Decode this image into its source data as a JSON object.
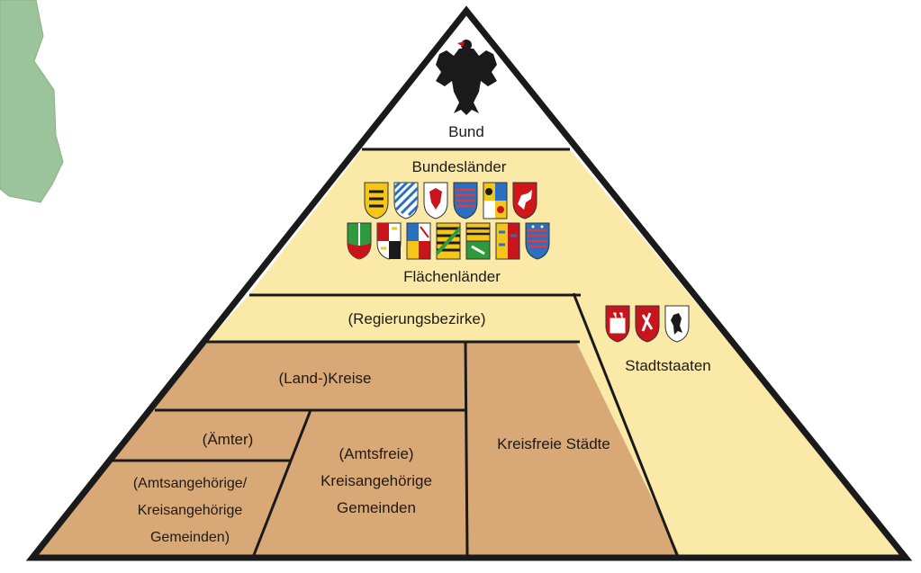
{
  "diagram": {
    "levels": {
      "bund": "Bund",
      "bundeslaender": "Bundesländer",
      "flaechenlaender": "Flächenländer",
      "regierungsbezirke": "(Regierungsbezirke)",
      "stadtstaaten": "Stadtstaaten",
      "landkreise": "(Land-)Kreise",
      "aemter": "(Ämter)",
      "amtsfreie": [
        "(Amtsfreie)",
        "Kreisangehörige",
        "Gemeinden"
      ],
      "amtsangehoerige": [
        "(Amtsangehörige/",
        "Kreisangehörige",
        "Gemeinden)"
      ],
      "kreisfreie_staedte": "Kreisfreie Städte"
    },
    "colors": {
      "bund_fill": "#ffffff",
      "laender_fill": "#fbe9a8",
      "kommunal_fill": "#d9a877",
      "outline": "#1a1a1a",
      "map_fill": "#9cc49a"
    },
    "icons": {
      "federal_emblem": "federal-eagle-icon",
      "flaechenlaender_row1": [
        "baden-wuerttemberg-coat-of-arms-icon",
        "bavaria-coat-of-arms-icon",
        "brandenburg-coat-of-arms-icon",
        "hesse-coat-of-arms-icon",
        "mecklenburg-vorpommern-coat-of-arms-icon",
        "lower-saxony-coat-of-arms-icon"
      ],
      "flaechenlaender_row2": [
        "north-rhine-westphalia-coat-of-arms-icon",
        "rhineland-palatinate-coat-of-arms-icon",
        "saarland-coat-of-arms-icon",
        "saxony-coat-of-arms-icon",
        "saxony-anhalt-coat-of-arms-icon",
        "schleswig-holstein-coat-of-arms-icon",
        "thuringia-coat-of-arms-icon"
      ],
      "stadtstaaten": [
        "hamburg-coat-of-arms-icon",
        "bremen-coat-of-arms-icon",
        "berlin-coat-of-arms-icon"
      ]
    }
  }
}
